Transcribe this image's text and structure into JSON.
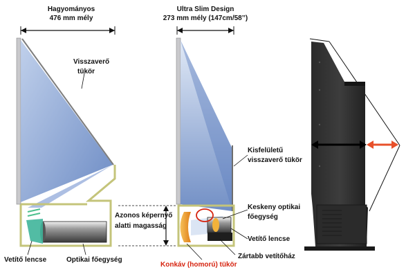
{
  "traditional": {
    "title": "Hagyományos",
    "depth": "476 mm mély",
    "mirror_label": [
      "Visszaverő",
      "tükör"
    ],
    "lens_label": "Vetítő lencse",
    "engine_label": "Optikai főegység"
  },
  "slim": {
    "title": "Ultra Slim Design",
    "depth": "273 mm mély (147cm/58’’)",
    "mirror_label": [
      "Kisfelületű",
      "visszaverő tükör"
    ],
    "engine_label": [
      "Keskeny optikai",
      "főegység"
    ],
    "lens_label": "Vetítő lencse",
    "housing_label": "Zártabb vetítőház",
    "concave_label": "Konkáv (homorú) tükör"
  },
  "center": {
    "height_label": [
      "Azonos képernyő",
      "alatti magasság"
    ]
  },
  "colors": {
    "beam": "#6f8fc6",
    "housing": "#c8c87a",
    "red_highlight": "#d62410",
    "arrow_red": "#e8502a"
  }
}
